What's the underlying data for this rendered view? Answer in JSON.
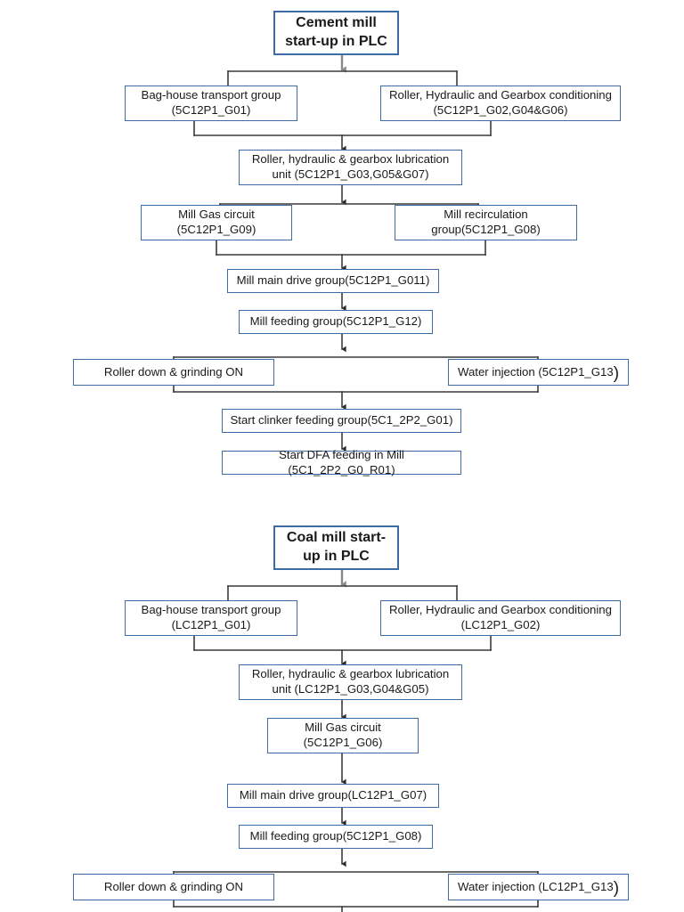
{
  "diagram": {
    "title": "Cement mill and Coal mill start-up sequences in PLC",
    "type": "flowchart",
    "accent_border_color": "#3d6ba5",
    "connector_color": "#404040",
    "background_color": "#ffffff"
  },
  "charts": [
    {
      "id": "cement-mill",
      "title": "Cement mill\nstart-up in PLC",
      "nodes": [
        {
          "id": "c-title",
          "label": "Cement mill\nstart-up in PLC"
        },
        {
          "id": "c-baghouse",
          "label": "Bag-house transport group\n(5C12P1_G01)"
        },
        {
          "id": "c-conditioning",
          "label": "Roller, Hydraulic  and Gearbox conditioning\n(5C12P1_G02,G04&G06)"
        },
        {
          "id": "c-lubrication",
          "label": "Roller, hydraulic & gearbox   lubrication\nunit (5C12P1_G03,G05&G07)"
        },
        {
          "id": "c-gascircuit",
          "label": "Mill Gas circuit\n(5C12P1_G09)"
        },
        {
          "id": "c-recirc",
          "label": "Mill recirculation\ngroup(5C12P1_G08)"
        },
        {
          "id": "c-maindrive",
          "label": "Mill main drive group(5C12P1_G011)"
        },
        {
          "id": "c-feeding",
          "label": "Mill feeding group(5C12P1_G12)"
        },
        {
          "id": "c-rollerdown",
          "label": "Roller down & grinding ON"
        },
        {
          "id": "c-waterinj",
          "label": "Water injection (5C12P1_G13",
          "trailing_paren": ")"
        },
        {
          "id": "c-clinker",
          "label": "Start clinker feeding group(5C1_2P2_G01)"
        },
        {
          "id": "c-dfa",
          "label": "Start DFA feeding in Mill (5C1_2P2_G0_R01)"
        }
      ]
    },
    {
      "id": "coal-mill",
      "title": "Coal  mill start-\nup in PLC",
      "nodes": [
        {
          "id": "l-title",
          "label": "Coal  mill start-\nup in PLC"
        },
        {
          "id": "l-baghouse",
          "label": "Bag-house transport group\n(LC12P1_G01)"
        },
        {
          "id": "l-conditioning",
          "label": "Roller, Hydraulic  and Gearbox conditioning\n(LC12P1_G02)"
        },
        {
          "id": "l-lubrication",
          "label": "Roller, hydraulic & gearbox   lubrication\nunit (LC12P1_G03,G04&G05)"
        },
        {
          "id": "l-gascircuit",
          "label": "Mill Gas circuit\n(5C12P1_G06)"
        },
        {
          "id": "l-maindrive",
          "label": "Mill main drive group(LC12P1_G07)"
        },
        {
          "id": "l-feeding",
          "label": "Mill feeding group(5C12P1_G08)"
        },
        {
          "id": "l-rollerdown",
          "label": "Roller down & grinding ON"
        },
        {
          "id": "l-waterinj",
          "label": "Water injection (LC12P1_G13",
          "trailing_paren": ")"
        }
      ]
    }
  ]
}
